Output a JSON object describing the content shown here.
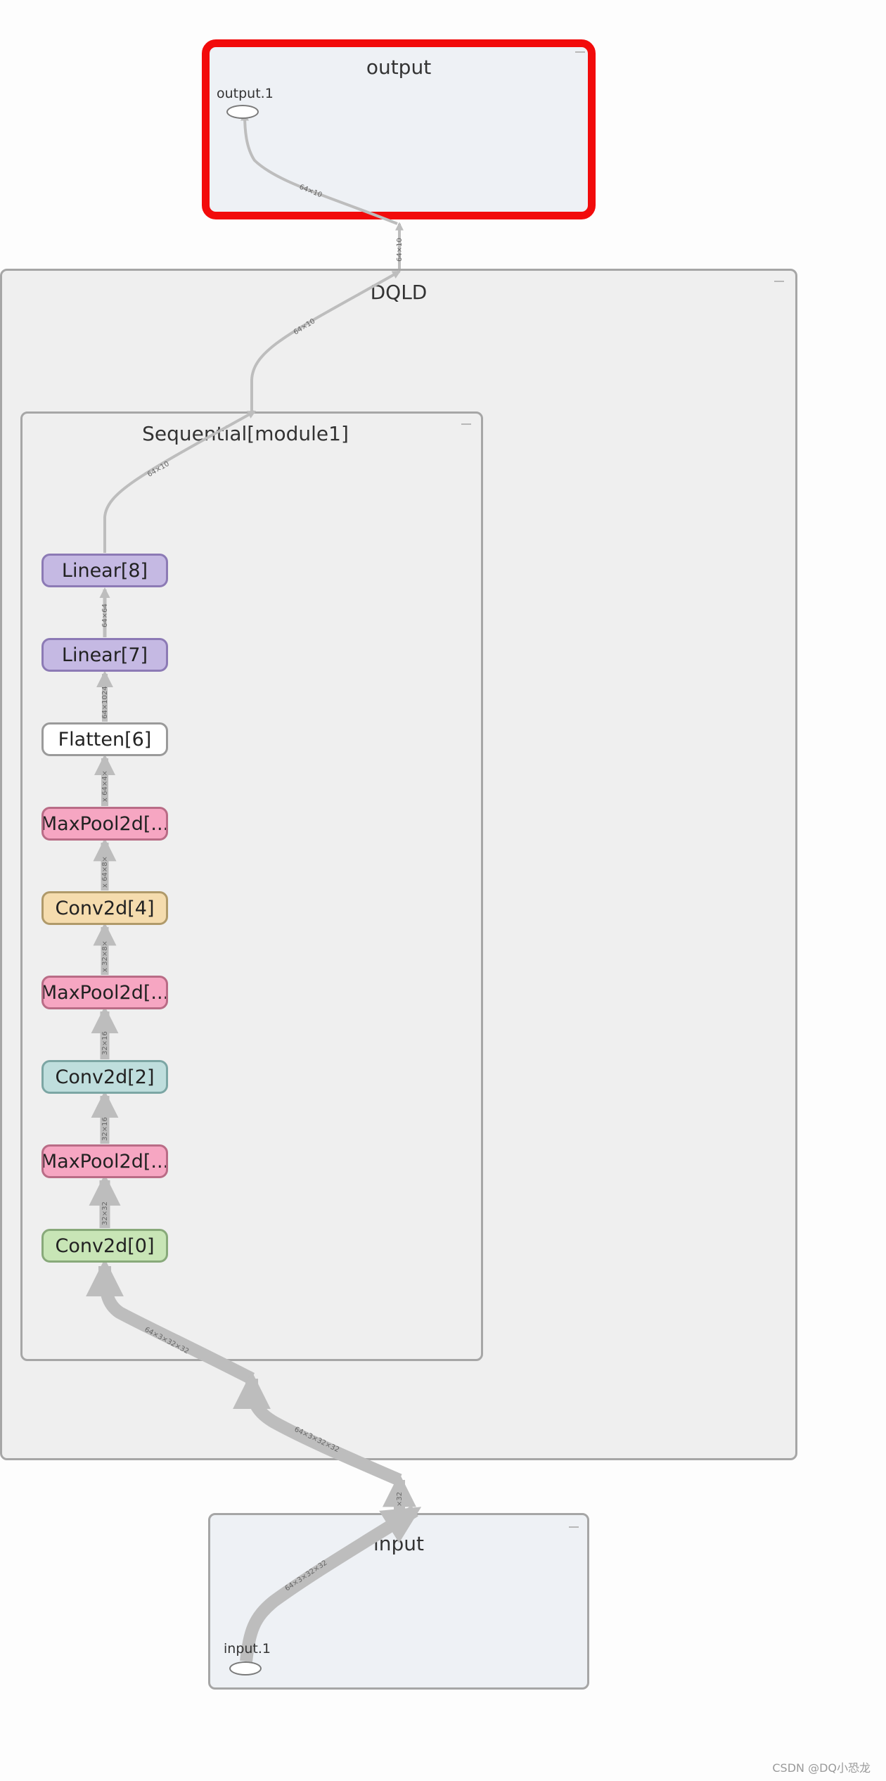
{
  "groups": {
    "output": "output",
    "dqld": "DQLD",
    "sequential": "Sequential[module1]",
    "input": "input"
  },
  "io_nodes": {
    "output": "output.1",
    "input": "input.1"
  },
  "nodes": [
    {
      "id": "linear8",
      "label": "Linear[8]",
      "fill": "#c5b9e3",
      "stroke": "#8c7ab5"
    },
    {
      "id": "linear7",
      "label": "Linear[7]",
      "fill": "#c5b9e3",
      "stroke": "#8c7ab5"
    },
    {
      "id": "flatten6",
      "label": "Flatten[6]",
      "fill": "#ffffff",
      "stroke": "#9a9a9a"
    },
    {
      "id": "maxpool5",
      "label": "MaxPool2d[...",
      "fill": "#f6a6c2",
      "stroke": "#b96c86"
    },
    {
      "id": "conv4",
      "label": "Conv2d[4]",
      "fill": "#f5dcae",
      "stroke": "#b09a6a"
    },
    {
      "id": "maxpool3",
      "label": "MaxPool2d[...",
      "fill": "#f6a6c2",
      "stroke": "#b96c86"
    },
    {
      "id": "conv2",
      "label": "Conv2d[2]",
      "fill": "#bfdedd",
      "stroke": "#7ca6a4"
    },
    {
      "id": "maxpool1",
      "label": "MaxPool2d[...",
      "fill": "#f6a6c2",
      "stroke": "#b96c86"
    },
    {
      "id": "conv0",
      "label": "Conv2d[0]",
      "fill": "#c8e5b6",
      "stroke": "#88a97a"
    }
  ],
  "edge_labels": {
    "out_inner": "64×10",
    "out_vertical": "64×10",
    "dqld_upper": "64×10",
    "seq_upper": "64×10",
    "l7_l8": "64×64",
    "f6_l7": "64×1024",
    "mp5_f6": "x 64×4×",
    "c4_mp5": "x 64×8×",
    "mp3_c4": "x 32×8×",
    "c2_mp3": "32×16",
    "mp1_c2": "32×16",
    "c0_mp1": "32×32",
    "seq_in": "64×3×32×32",
    "dqld_in": "64×3×32×32",
    "in_vertical": "×32",
    "input_inner": "64×3×32×32"
  },
  "watermark": "CSDN @DQ小恐龙"
}
